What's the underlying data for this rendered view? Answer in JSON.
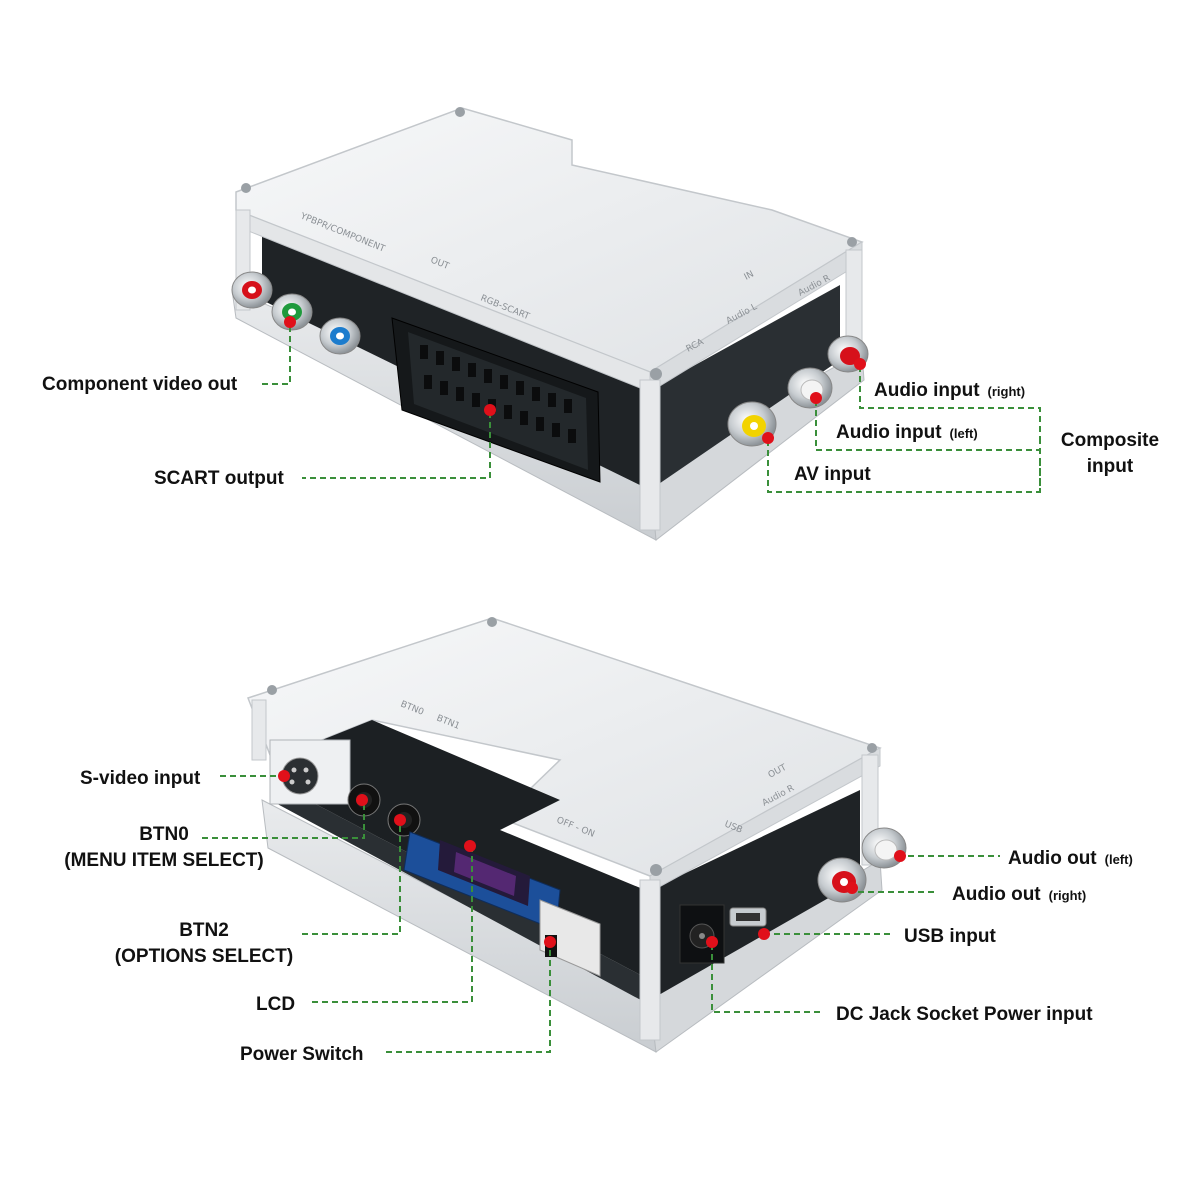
{
  "colors": {
    "leader": "#3a8f3a",
    "marker": "#e0101a",
    "rca_red": "#d6101a",
    "rca_green": "#1f9a3c",
    "rca_blue": "#1c7ccd",
    "rca_yellow": "#f2d300"
  },
  "top_device": {
    "labels": {
      "component": "Component video out",
      "scart": "SCART output",
      "audio_right_main": "Audio input",
      "audio_right_small": "(right)",
      "audio_left_main": "Audio input",
      "audio_left_small": "(left)",
      "av": "AV input",
      "composite_line1": "Composite",
      "composite_line2": "input"
    },
    "silkscreen": {
      "ypbpr": "YPBPR/COMPONENT",
      "out": "OUT",
      "rgbs": "RGB-SCART",
      "in": "IN",
      "rca": "RCA",
      "audio_l": "Audio L",
      "audio_r": "Audio R"
    }
  },
  "bottom_device": {
    "labels": {
      "svideo": "S-video input",
      "btn0_line1": "BTN0",
      "btn0_line2": "(MENU ITEM SELECT)",
      "btn2_line1": "BTN2",
      "btn2_line2": "(OPTIONS SELECT)",
      "lcd": "LCD",
      "power": "Power Switch",
      "audio_out_left_main": "Audio out",
      "audio_out_left_small": "(left)",
      "audio_out_right_main": "Audio out",
      "audio_out_right_small": "(right)",
      "usb": "USB input",
      "dc": "DC Jack Socket Power input"
    },
    "silkscreen": {
      "btn0": "BTN0",
      "btn1": "BTN1",
      "offon": "OFF - ON",
      "usb": "USB",
      "out": "OUT",
      "audio_r": "Audio R"
    }
  }
}
